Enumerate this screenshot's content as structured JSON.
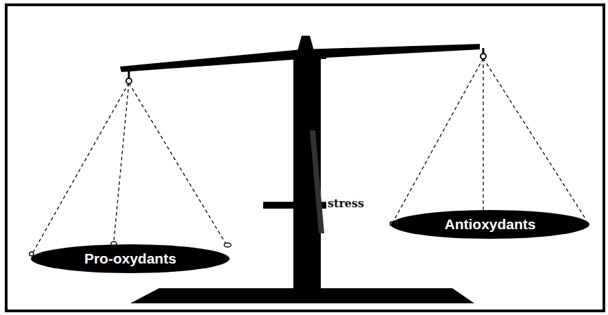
{
  "diagram": {
    "nodes": [
      {
        "text": [
          "Pro-oxydants"
        ]
      },
      {
        "text": [
          "Antioxydants"
        ]
      }
    ],
    "labels": [
      "stress"
    ]
  }
}
